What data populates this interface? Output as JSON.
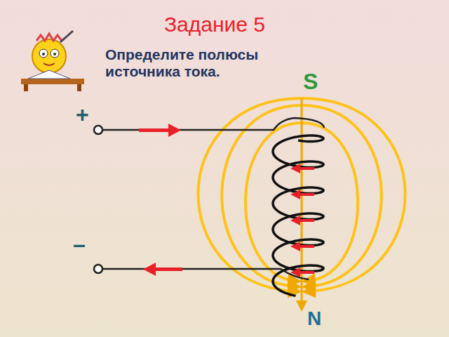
{
  "diagram": {
    "title": "Задание 5",
    "labels": [
      "Определите полюсы источника тока.",
      "S",
      "+",
      "–",
      "N"
    ]
  }
}
